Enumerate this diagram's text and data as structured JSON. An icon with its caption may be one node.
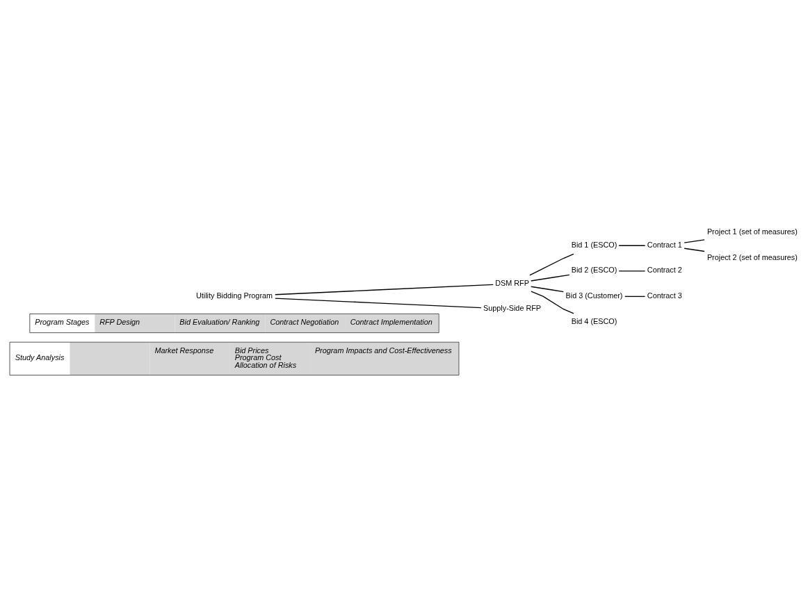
{
  "diagram": {
    "nodes": [
      {
        "text": [
          "Utility Bidding Program"
        ]
      },
      {
        "text": [
          "DSM RFP"
        ]
      },
      {
        "text": [
          "Supply-Side RFP"
        ]
      },
      {
        "text": [
          "Bid 1 (ESCO)"
        ]
      },
      {
        "text": [
          "Bid 2 (ESCO)"
        ]
      },
      {
        "text": [
          "Bid 3 (Customer)"
        ]
      },
      {
        "text": [
          "Bid 4 (ESCO)"
        ]
      },
      {
        "text": [
          "Contract 1"
        ]
      },
      {
        "text": [
          "Contract 2"
        ]
      },
      {
        "text": [
          "Contract 3"
        ]
      },
      {
        "text": [
          "Project 1 (set of measures)"
        ]
      },
      {
        "text": [
          "Project 2 (set of measures)"
        ]
      },
      {
        "text": [
          "Program Stages",
          "RFP Design",
          "Bid Evaluation/ Ranking",
          "Contract Negotiation",
          "Contract Implementation"
        ]
      },
      {
        "text": [
          "Study Analysis",
          "Market Response",
          "Bid Prices",
          "Program Cost",
          "Allocation of Risks",
          "Program Impacts and Cost-Effectiveness"
        ]
      }
    ],
    "edges": [
      {
        "from": 0,
        "to": 1,
        "arrow": "none"
      },
      {
        "from": 0,
        "to": 2,
        "arrow": "none"
      },
      {
        "from": 1,
        "to": 3,
        "arrow": "none"
      },
      {
        "from": 1,
        "to": 4,
        "arrow": "none"
      },
      {
        "from": 1,
        "to": 5,
        "arrow": "none"
      },
      {
        "from": 1,
        "to": 6,
        "arrow": "none"
      },
      {
        "from": 3,
        "to": 7,
        "arrow": "none"
      },
      {
        "from": 4,
        "to": 8,
        "arrow": "none"
      },
      {
        "from": 5,
        "to": 9,
        "arrow": "none"
      },
      {
        "from": 7,
        "to": 10,
        "arrow": "none"
      },
      {
        "from": 7,
        "to": 11,
        "arrow": "none"
      }
    ]
  }
}
